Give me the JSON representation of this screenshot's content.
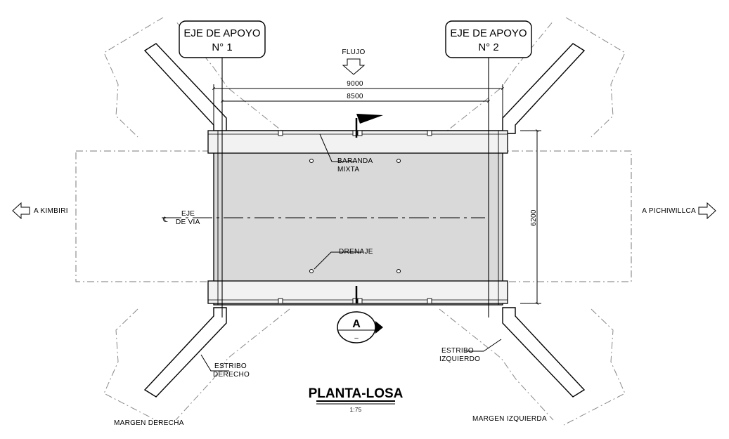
{
  "drawing": {
    "title": "PLANTA-LOSA",
    "scale": "1:75",
    "axis_boxes": {
      "left": {
        "line1": "EJE DE APOYO",
        "line2": "N° 1"
      },
      "right": {
        "line1": "EJE DE APOYO",
        "line2": "N° 2"
      }
    },
    "flow_label": "FLUJO",
    "dimensions": {
      "total_length": "9000",
      "span_length": "8500",
      "width": "6200"
    },
    "directions": {
      "left": "A KIMBIRI",
      "right": "A PICHIWILLCA"
    },
    "labels": {
      "railing_line1": "BARANDA",
      "railing_line2": "MIXTA",
      "road_axis_line1": "EJE",
      "road_axis_line2": "DE VIA",
      "road_axis_symbol": "℄",
      "drain": "DRENAJE",
      "abutment_right_line1": "ESTRIBO",
      "abutment_right_line2": "DERECHO",
      "abutment_left_line1": "ESTRIBO",
      "abutment_left_line2": "IZQUIERDO",
      "bank_right": "MARGEN DERECHA",
      "bank_left": "MARGEN IZQUIERDA"
    },
    "section_marker": {
      "letter": "A",
      "sub": "–"
    },
    "colors": {
      "line": "#000000",
      "slab_fill": "#d9d9d9",
      "railing_fill": "#f2f2f2",
      "dash": "#7a7a7a"
    }
  }
}
